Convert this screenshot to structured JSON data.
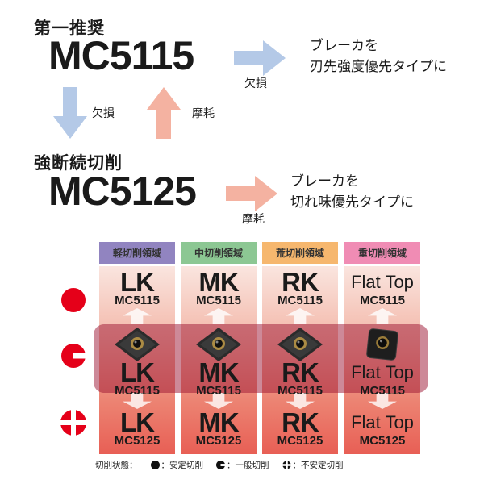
{
  "top": {
    "recommend_label": "第一推奨",
    "grade_mc5115": "MC5115",
    "to_strength": {
      "arrow_label": "欠損",
      "line1": "ブレーカを",
      "line2": "刃先強度優先タイプに"
    },
    "down_arrow_label": "欠損",
    "up_arrow_label": "摩耗",
    "interrupted_label": "強断続切削",
    "grade_mc5125": "MC5125",
    "to_sharpness": {
      "arrow_label": "摩耗",
      "line1": "ブレーカを",
      "line2": "切れ味優先タイプに"
    }
  },
  "table": {
    "headers": [
      {
        "label": "軽切削領域",
        "color": "#9184c0"
      },
      {
        "label": "中切削領域",
        "color": "#8cc793"
      },
      {
        "label": "荒切削領域",
        "color": "#f6b76e"
      },
      {
        "label": "重切削領域",
        "color": "#f08cb4"
      }
    ],
    "columns": [
      {
        "breaker": "LK",
        "top_grade": "MC5115",
        "mid_grade": "MC5115",
        "bottom_grade": "MC5125"
      },
      {
        "breaker": "MK",
        "top_grade": "MC5115",
        "mid_grade": "MC5115",
        "bottom_grade": "MC5125"
      },
      {
        "breaker": "RK",
        "top_grade": "MC5115",
        "mid_grade": "MC5115",
        "bottom_grade": "MC5125"
      },
      {
        "breaker": "Flat Top",
        "top_grade": "MC5115",
        "mid_grade": "MC5115",
        "bottom_grade": "MC5125"
      }
    ]
  },
  "legend": {
    "title": "切削状態：",
    "items": [
      {
        "label": "：安定切削"
      },
      {
        "label": "：一般切削"
      },
      {
        "label": "：不安定切削"
      }
    ]
  },
  "colors": {
    "arrow_blue": "#b4c9e7",
    "arrow_salmon": "#f4b2a1",
    "overlay_red": "rgba(156,20,50,0.5)",
    "marker_red": "#e50019",
    "column_gradient_top": "#fae5df",
    "column_gradient_bottom": "#e85f55"
  }
}
